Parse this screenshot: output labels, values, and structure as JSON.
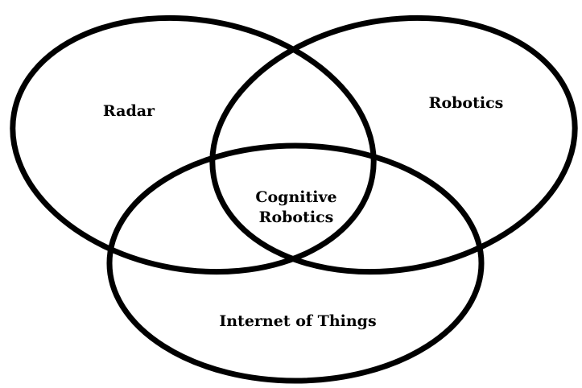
{
  "diagram": {
    "type": "venn",
    "stroke_color": "#000000",
    "background": "#ffffff",
    "sets": [
      {
        "id": "radar",
        "label": "Radar"
      },
      {
        "id": "robotics",
        "label": "Robotics"
      },
      {
        "id": "iot",
        "label": "Internet of Things"
      }
    ],
    "intersection": {
      "label_line1": "Cognitive",
      "label_line2": "Robotics"
    }
  }
}
